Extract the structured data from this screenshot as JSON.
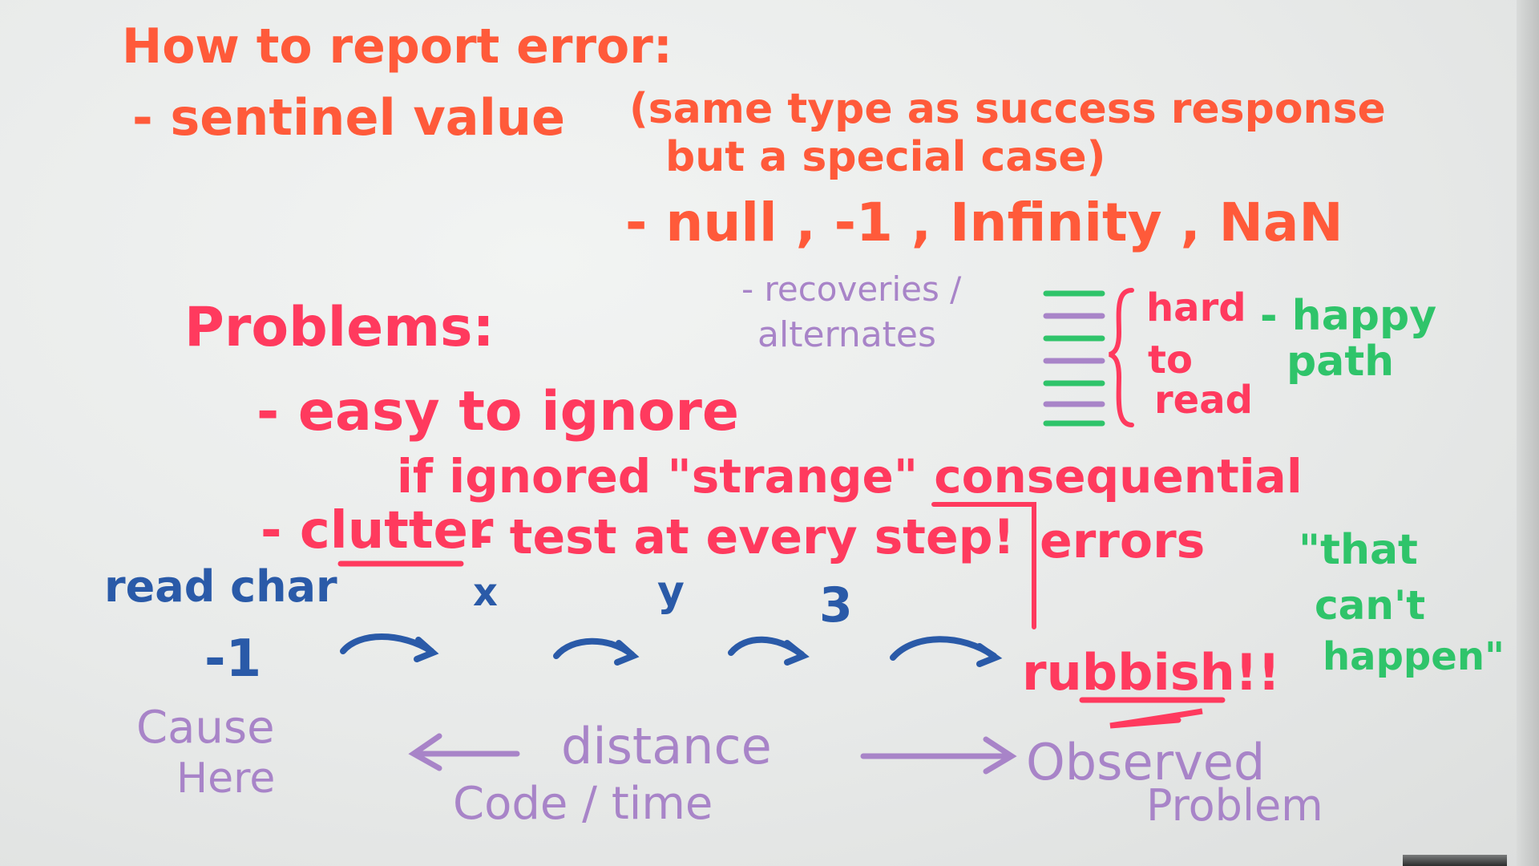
{
  "colors": {
    "orange": "#ff5a3a",
    "red": "#ff3a5e",
    "purple": "#a884c8",
    "blue": "#2a5aa8",
    "green": "#2fc46a",
    "board": "#eceeed"
  },
  "heading": "How to report error:",
  "sentinel": {
    "label": "- sentinel value",
    "note_line1": "(same type as success response",
    "note_line2": "but a special case)",
    "examples": "- null , -1 , Infinity , NaN"
  },
  "problems": {
    "title": "Problems:",
    "item1": "- easy to ignore",
    "ignored_note": "if ignored \"strange\" consequential",
    "clutter": "- clutter",
    "test_note": "- test at every step!",
    "errors": "errors"
  },
  "recoveries": {
    "line1": "- recoveries /",
    "line2": "alternates"
  },
  "hard_to_read": [
    "hard",
    "to",
    "read"
  ],
  "happy_path": {
    "line1": "- happy",
    "line2": "path"
  },
  "sequence": {
    "read_char": "read char",
    "x": "x",
    "y": "y",
    "three": "3",
    "minus_one": "-1"
  },
  "rubbish": "rubbish!!",
  "cant_happen": {
    "line1": "\"that",
    "line2": "can't",
    "line3": "happen\""
  },
  "cause": {
    "line1": "Cause",
    "line2": "Here"
  },
  "distance": {
    "line1": "distance",
    "line2": "Code / time"
  },
  "observed": {
    "line1": "Observed",
    "line2": "Problem"
  }
}
